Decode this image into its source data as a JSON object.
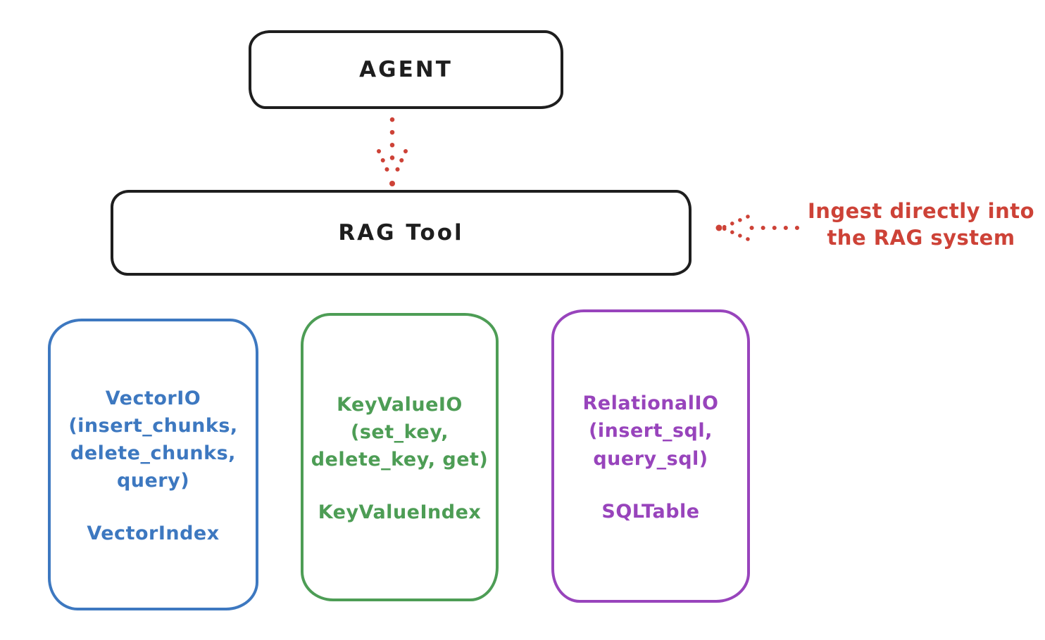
{
  "colors": {
    "ink": "#1e1e1e",
    "red": "#cd4237",
    "blue": "#3d78c0",
    "green": "#4d9d55",
    "purple": "#9844bc",
    "background": "#ffffff"
  },
  "nodes": {
    "agent": {
      "label": "AGENT"
    },
    "rag_tool": {
      "label": "RAG Tool"
    }
  },
  "annotation": {
    "lines": [
      "Ingest directly into",
      "the RAG system"
    ]
  },
  "stores": [
    {
      "name": "vector-io",
      "color": "#3d78c0",
      "lines": [
        "VectorIO",
        "(insert_chunks,",
        "delete_chunks,",
        "query)"
      ],
      "index_label": "VectorIndex"
    },
    {
      "name": "keyvalue-io",
      "color": "#4d9d55",
      "lines": [
        "KeyValueIO",
        "(set_key,",
        "delete_key, get)"
      ],
      "index_label": "KeyValueIndex"
    },
    {
      "name": "relational-io",
      "color": "#9844bc",
      "lines": [
        "RelationalIO",
        "(insert_sql,",
        "query_sql)"
      ],
      "index_label": "SQLTable"
    }
  ]
}
